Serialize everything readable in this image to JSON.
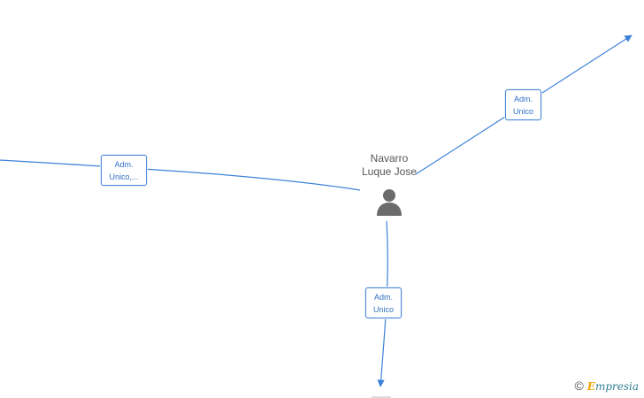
{
  "person": {
    "name_line1": "Navarro",
    "name_line2": "Luque Jose"
  },
  "edges": [
    {
      "id": "left",
      "label_line1": "Adm.",
      "label_line2": "Unico,..."
    },
    {
      "id": "upper",
      "label_line1": "Adm.",
      "label_line2": "Unico"
    },
    {
      "id": "lower",
      "label_line1": "Adm.",
      "label_line2": "Unico"
    }
  ],
  "watermark": {
    "symbol": "©",
    "brand_first": "E",
    "brand_rest": "mpresia"
  },
  "colors": {
    "edge": "#3d82d8",
    "label_border": "#4a88d6",
    "person_icon": "#6b6b6b"
  }
}
